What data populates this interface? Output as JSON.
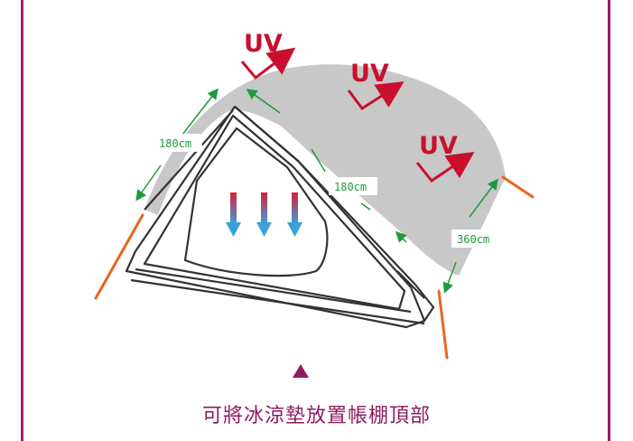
{
  "uv_labels": [
    "UV",
    "UV",
    "UV"
  ],
  "dimensions": {
    "side_height": "180cm",
    "ridge_length": "180cm",
    "cover_length": "360cm"
  },
  "caption": "可將冰涼墊放置帳棚頂部",
  "colors": {
    "frame": "#9c1a6b",
    "uv_red": "#c8102e",
    "cover_gray": "#c8c8c8",
    "dimension_green": "#1e9a3a",
    "stake_orange": "#e8651e",
    "caption": "#8c1c60"
  }
}
